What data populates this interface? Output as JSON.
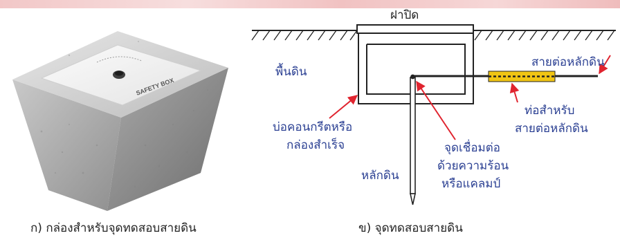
{
  "top_banner": {
    "color": "#f3cccc"
  },
  "photo": {
    "subject": "concrete ground test box",
    "plate_text": "SAFETY BOX",
    "caption": "ก) กล่องสำหรับจุดทดสอบสายดิน"
  },
  "diagram": {
    "labels": {
      "lid": "ฝาปิด",
      "ground": "พื้นดิน",
      "earth_conductor": "สายต่อหลักดิน",
      "pit_line1": "บ่อคอนกรีตหรือ",
      "pit_line2": "กล่องสำเร็จ",
      "pipe_line1": "ท่อสำหรับ",
      "pipe_line2": "สายต่อหลักดิน",
      "joint_line1": "จุดเชื่อมต่อ",
      "joint_line2": "ด้วยความร้อน",
      "joint_line3": "หรือแคลมป์",
      "rod": "หลักดิน"
    },
    "caption": "ข) จุดทดสอบสายดิน",
    "colors": {
      "label_text": "#2a3f92",
      "arrows": "#e0242f",
      "pipe": "#f1c514"
    }
  }
}
